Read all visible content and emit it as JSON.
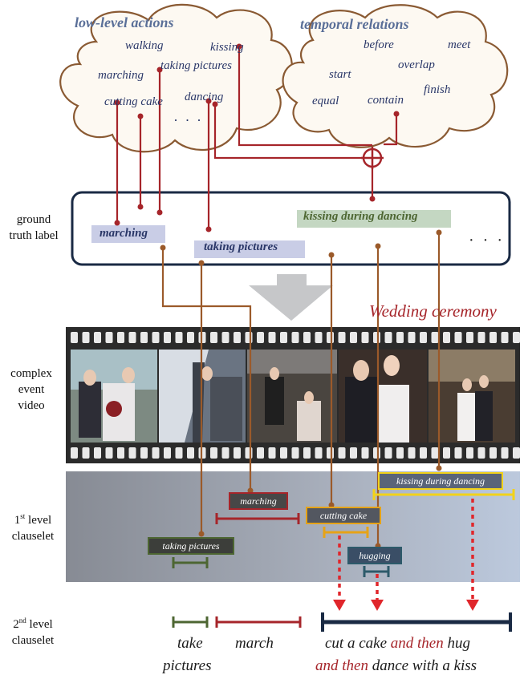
{
  "clouds": {
    "left": {
      "title": "low-level actions",
      "words": [
        "walking",
        "kissing",
        "taking pictures",
        "marching",
        "cutting cake",
        "dancing",
        "· · ·"
      ]
    },
    "right": {
      "title": "temporal relations",
      "words": [
        "before",
        "meet",
        "start",
        "overlap",
        "equal",
        "contain",
        "finish"
      ]
    }
  },
  "sections": {
    "ground_truth": "ground\ntruth label",
    "video": "complex\nevent\nvideo",
    "level1_pre": "1",
    "level1_sup": "st",
    "level1_post": " level\nclauselet",
    "level2_pre": "2",
    "level2_sup": "nd",
    "level2_post": " level\nclauselet"
  },
  "ground_truth_labels": {
    "marching": "marching",
    "taking_pictures": "taking pictures",
    "kissing_during_dancing": "kissing during dancing",
    "ellipsis": "· · ·"
  },
  "event_title": "Wedding ceremony",
  "clauselets_level1": {
    "taking_pictures": "taking pictures",
    "marching": "marching",
    "cutting_cake": "cutting cake",
    "hugging": "hugging",
    "kissing_during_dancing": "kissing during dancing"
  },
  "level2_text": {
    "take": "take",
    "pictures": "pictures",
    "march": "march",
    "line1_a": "cut a cake ",
    "line1_red": "and then",
    "line1_b": " hug",
    "line2_red": "and then",
    "line2_b": " dance with a kiss"
  },
  "colors": {
    "red": "#a6252a",
    "brown": "#9b5a2a",
    "navy": "#1a2a44",
    "green": "#4d6632",
    "yellow": "#f2d21a",
    "gold": "#e6a317",
    "teal": "#2d5a6a",
    "cloud_fill": "#fdf9f2",
    "cloud_stroke": "#8a5a33"
  }
}
